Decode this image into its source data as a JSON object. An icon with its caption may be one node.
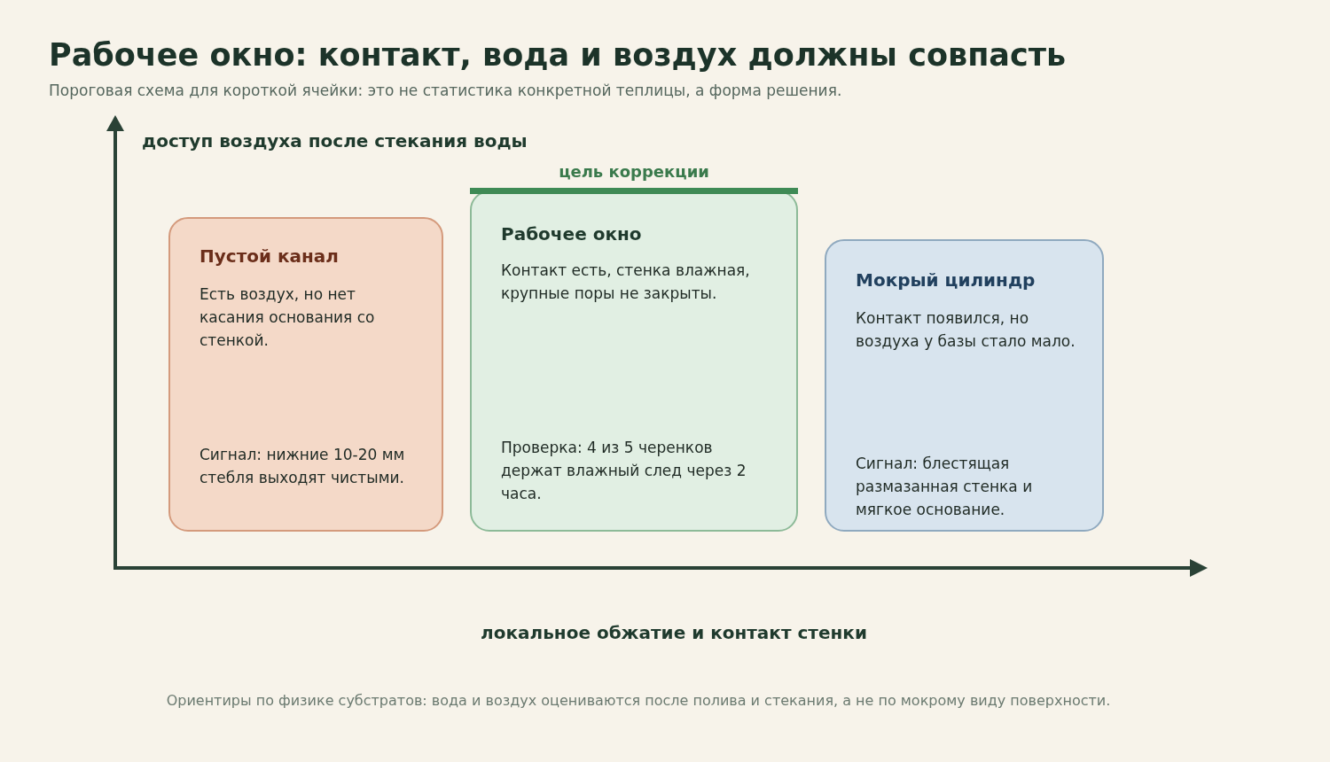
{
  "diagram": {
    "title": "Рабочее окно: контакт, вода и воздух должны совпасть",
    "nodes": [
      {
        "text": [
          "Пустой канал",
          "Есть воздух, но нет касания основания со стенкой.",
          "Сигнал: нижние 10-20 мм стебля выходят чистыми."
        ]
      },
      {
        "text": [
          "Рабочее окно",
          "Контакт есть, стенка влажная, крупные поры не закрыты.",
          "Проверка: 4 из 5 черенков держат влажный след через 2 часа."
        ],
        "beside": [
          "цель коррекции"
        ]
      },
      {
        "text": [
          "Мокрый цилиндр",
          "Контакт появился, но воздуха у базы стало мало.",
          "Сигнал: блестящая размазанная стенка и мягкое основание."
        ]
      }
    ],
    "edges": [],
    "labels": [
      "Пороговая схема для короткой ячейки: это не статистика конкретной теплицы, а форма решения.",
      "доступ воздуха после стекания воды",
      "локальное обжатие и контакт стенки",
      "Ориентиры по физике субстратов: вода и воздух оцениваются после полива и стекания, а не по мокрому виду поверхности."
    ]
  }
}
